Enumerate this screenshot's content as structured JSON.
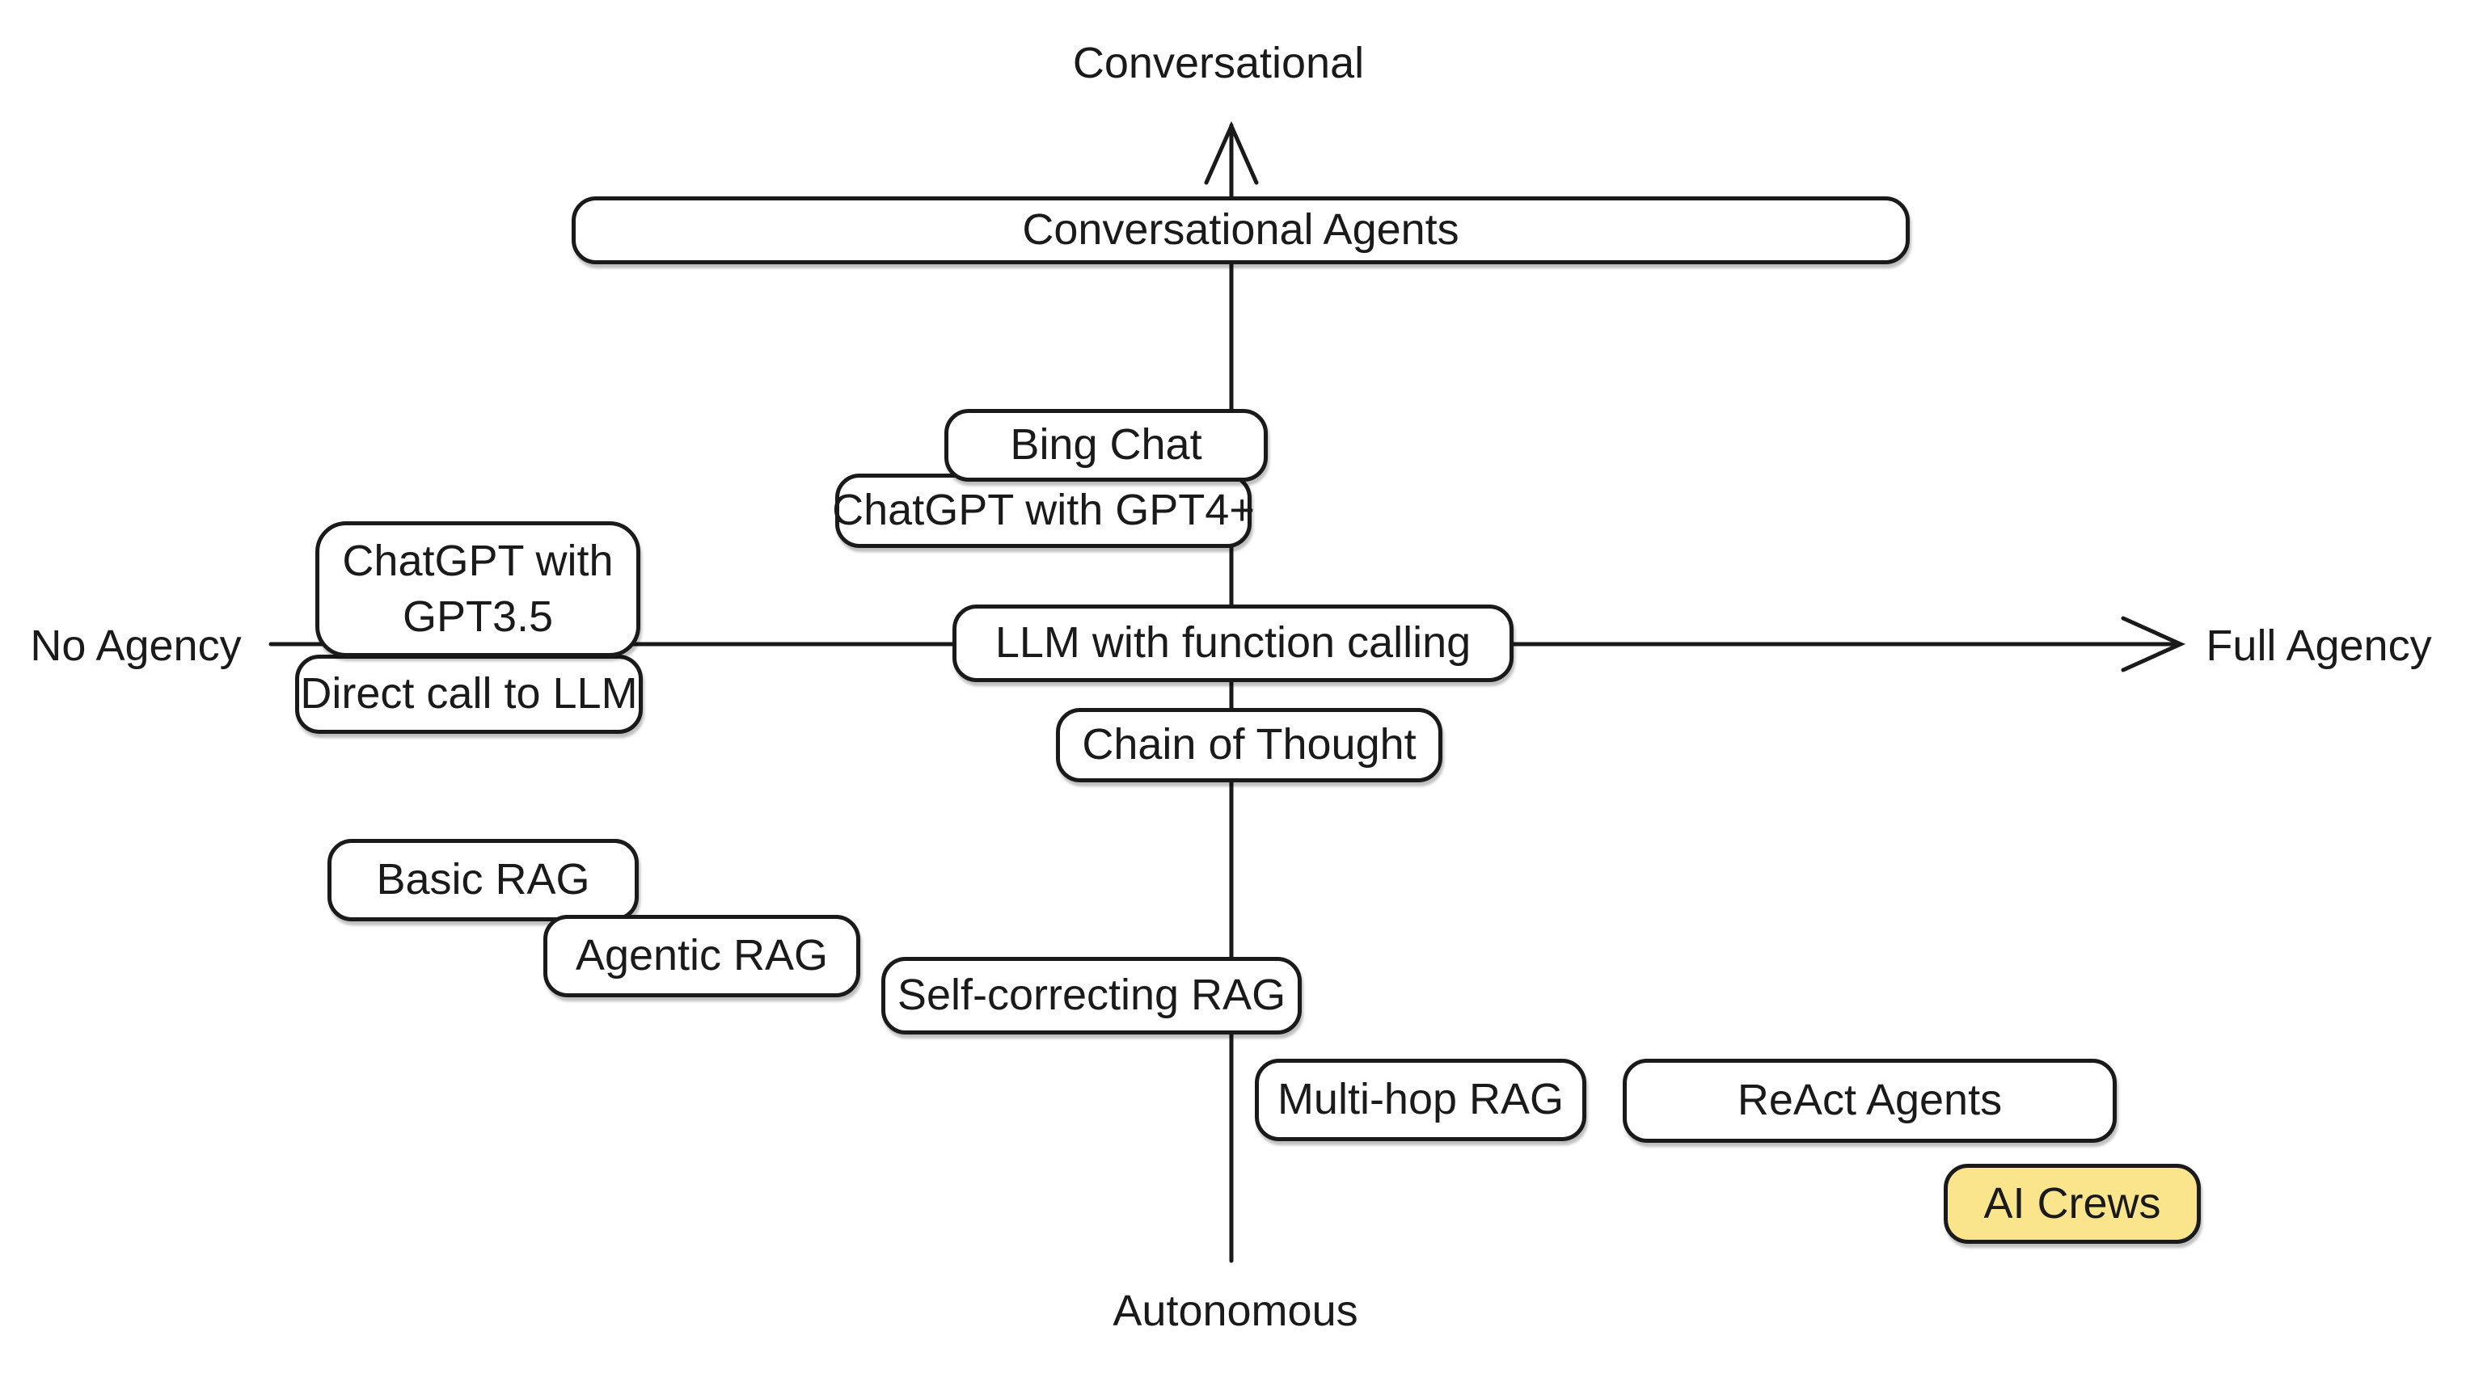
{
  "diagram": {
    "title": "LLM agency vs conversational-autonomous quadrant diagram",
    "axes": {
      "top_label": "Conversational",
      "bottom_label": "Autonomous",
      "left_label": "No Agency",
      "right_label": "Full Agency"
    },
    "nodes": {
      "conversational_agents": {
        "label": "Conversational Agents"
      },
      "bing_chat": {
        "label": "Bing Chat"
      },
      "chatgpt_gpt4": {
        "label": "ChatGPT with GPT4+"
      },
      "chatgpt_gpt35": {
        "label": "ChatGPT with GPT3.5"
      },
      "llm_function_calling": {
        "label": "LLM with function calling"
      },
      "direct_call_llm": {
        "label": "Direct call to LLM"
      },
      "chain_of_thought": {
        "label": "Chain of Thought"
      },
      "basic_rag": {
        "label": "Basic RAG"
      },
      "agentic_rag": {
        "label": "Agentic RAG"
      },
      "self_correcting_rag": {
        "label": "Self-correcting RAG"
      },
      "multi_hop_rag": {
        "label": "Multi-hop RAG"
      },
      "react_agents": {
        "label": "ReAct Agents"
      },
      "ai_crews": {
        "label": "AI Crews"
      }
    },
    "colors": {
      "node_fill": "#FFFFFF",
      "node_border": "#1A1A1A",
      "axis_line": "#1A1A1A",
      "text": "#1A1A1A",
      "highlight_fill": "#FAE58C"
    }
  }
}
